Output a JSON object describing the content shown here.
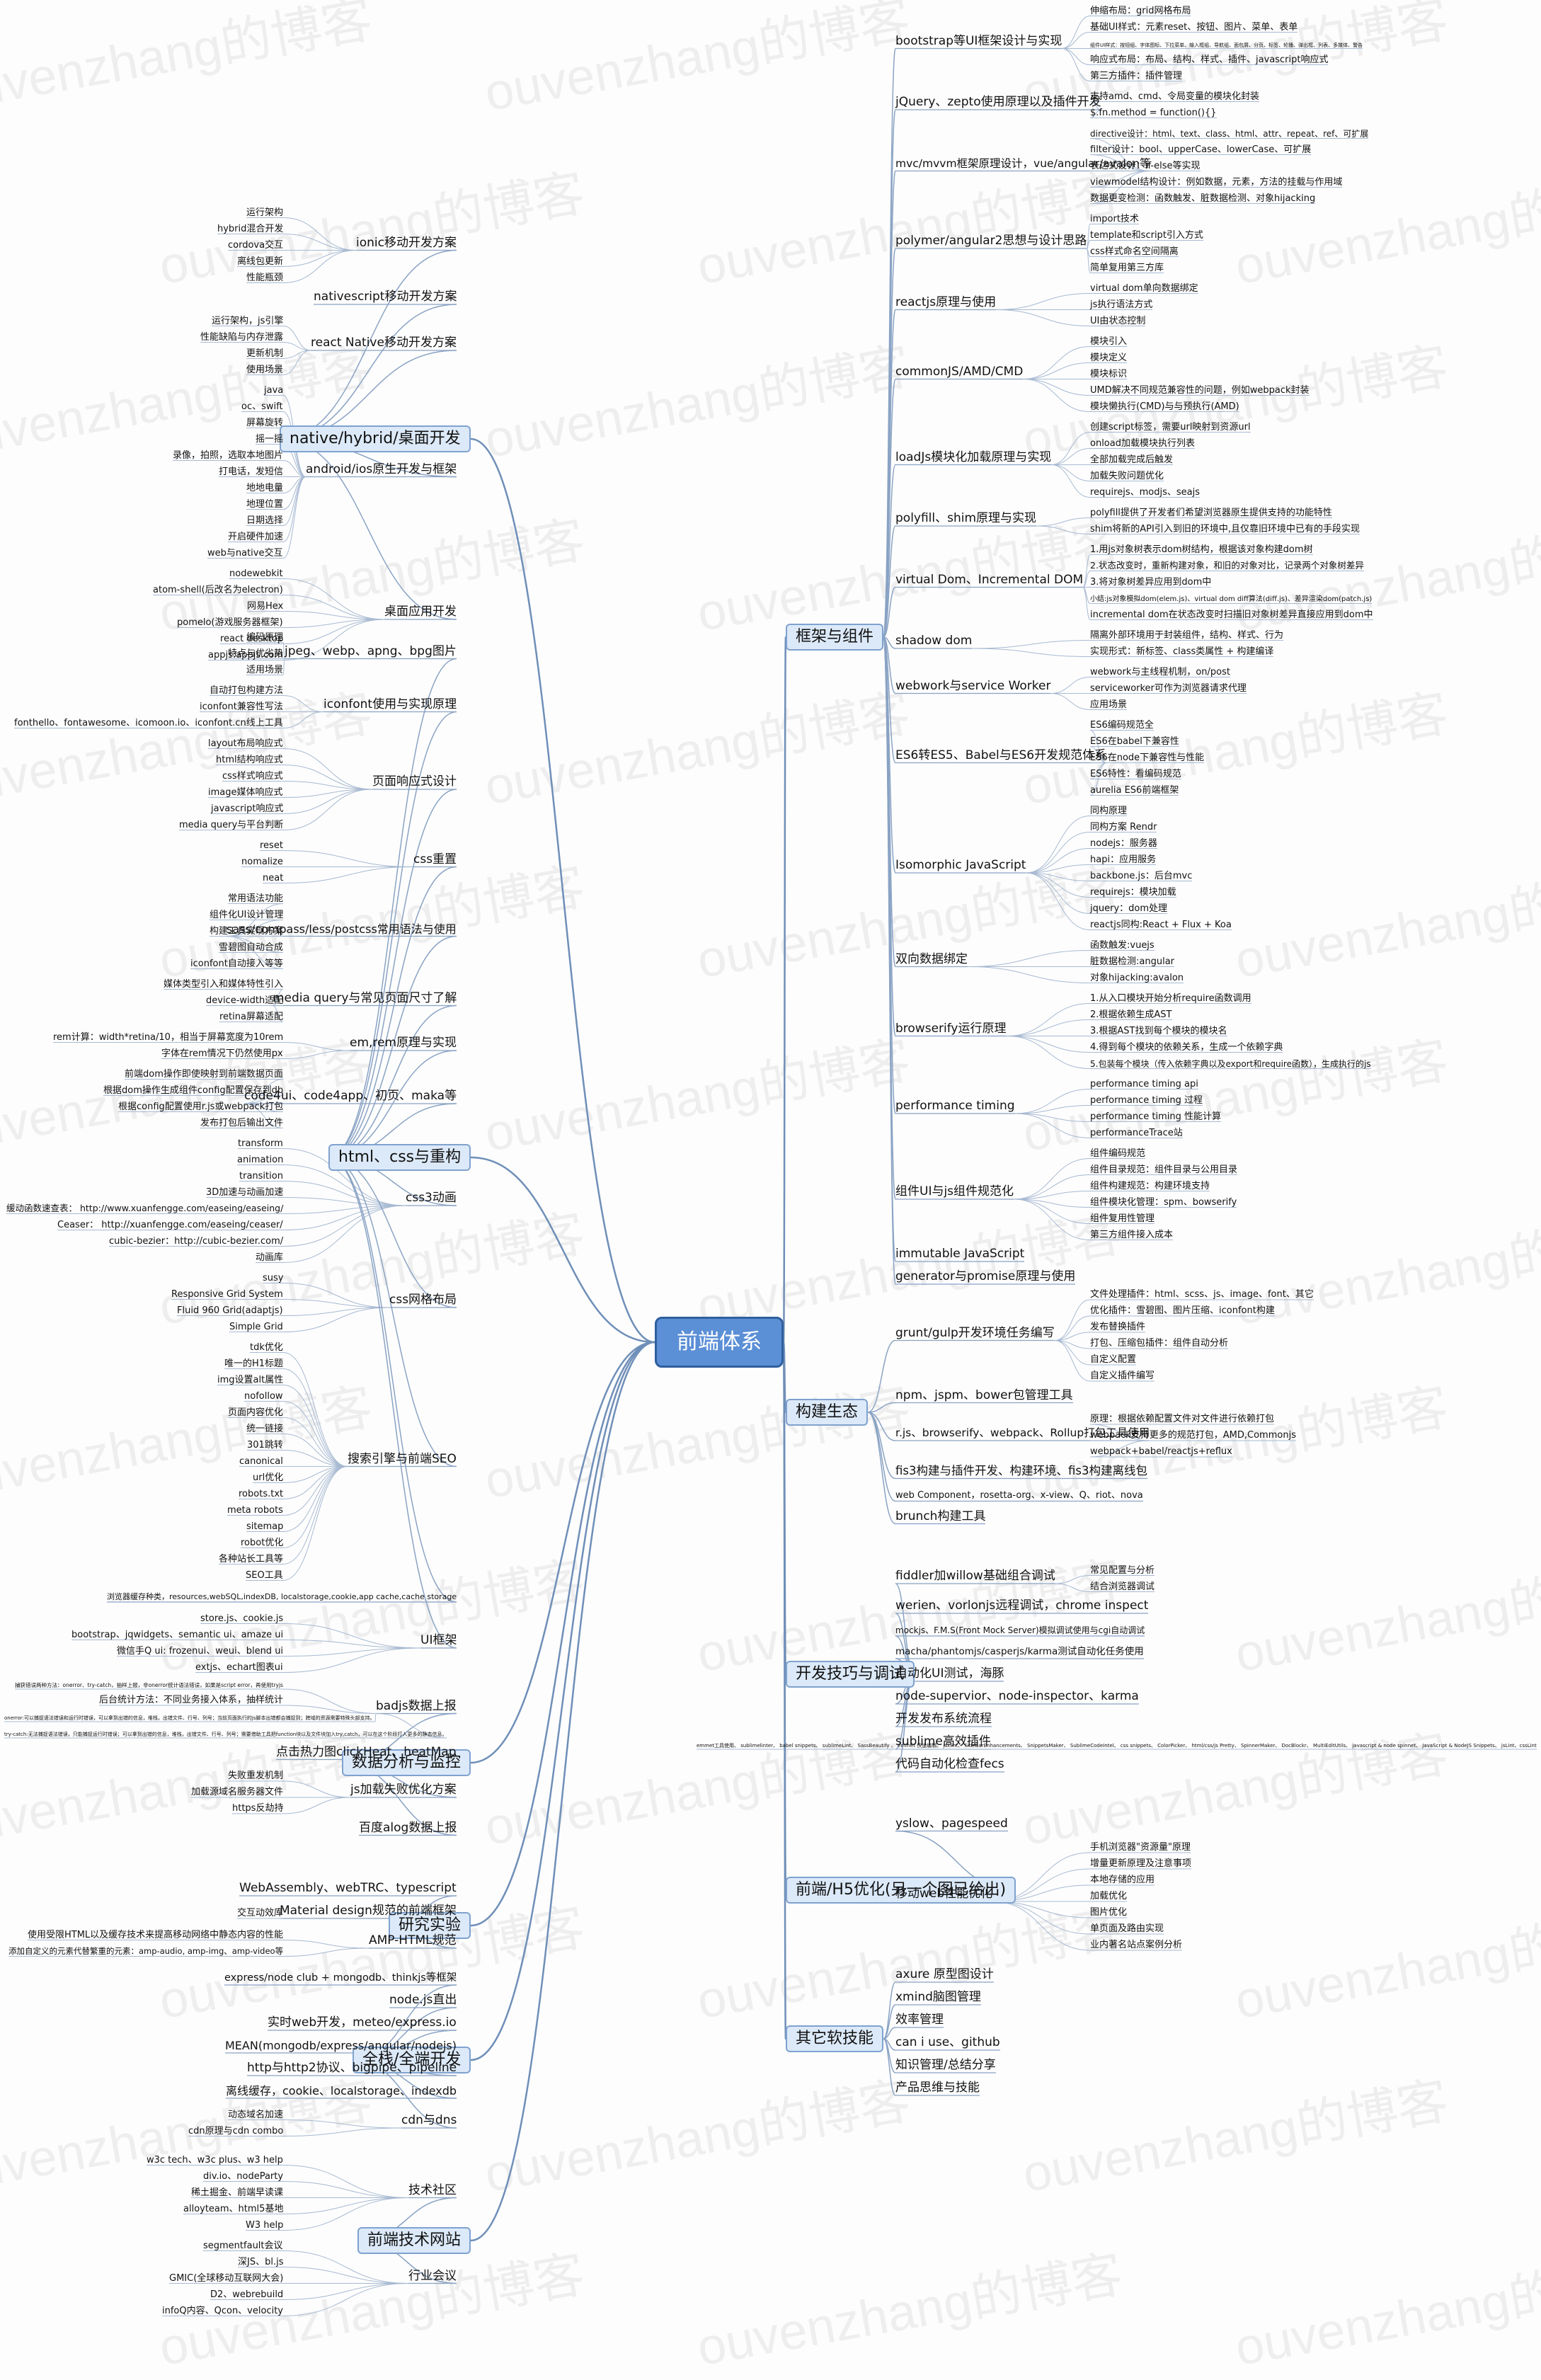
{
  "mindmap": {
    "root": "前端体系",
    "watermark_text": "ouvenzhang的博客",
    "branches": [
      {
        "label": "框架与组件",
        "side": "right",
        "children": [
          {
            "label": "bootstrap等UI框架设计与实现",
            "children": [
              "伸缩布局：grid网格布局",
              "基础UI样式：元素reset、按钮、图片、菜单、表单",
              "组件UI样式：按钮组、字体图标、下拉菜单、输入框组、导航组、面包屑、分页、标签、轮播、弹出框、列表、多媒体、警告",
              "响应式布局：布局、结构、样式、插件、javascript响应式",
              "第三方插件：插件管理"
            ]
          },
          {
            "label": "jQuery、zepto使用原理以及插件开发",
            "children": [
              "支持amd、cmd、令局变量的模块化封装",
              "$.fn.method = function(){}"
            ]
          },
          {
            "label": "mvc/mvvm框架原理设计，vue/angular/avalon等",
            "children": [
              "directive设计：html、text、class、html、attr、repeat、ref、可扩展",
              "filter设计：bool、upperCase、lowerCase、可扩展",
              "表达式设计：if-else等实现",
              "viewmodel结构设计：例如数据，元素，方法的挂载与作用域",
              "数据更变检测：函数触发、脏数据检测、对象hijacking"
            ]
          },
          {
            "label": "polymer/angular2思想与设计思路",
            "children": [
              "import技术",
              "template和script引入方式",
              "css样式命名空间隔离",
              "简单复用第三方库"
            ]
          },
          {
            "label": "reactjs原理与使用",
            "children": [
              "virtual dom单向数据绑定",
              "js执行语法方式",
              "UI由状态控制"
            ]
          },
          {
            "label": "commonJS/AMD/CMD",
            "children": [
              "模块引入",
              "模块定义",
              "模块标识",
              "UMD解决不同规范兼容性的问题，例如webpack封装",
              "模块懒执行(CMD)与与预执行(AMD)"
            ]
          },
          {
            "label": "loadJs模块化加载原理与实现",
            "children": [
              "创建script标签，需要url映射到资源url",
              "onload加载模块执行列表",
              "全部加载完成后触发",
              "加载失败问题优化",
              "requirejs、modjs、seajs"
            ]
          },
          {
            "label": "polyfill、shim原理与实现",
            "children": [
              "polyfill提供了开发者们希望浏览器原生提供支持的功能特性",
              "shim将新的API引入到旧的环境中,且仅靠旧环境中已有的手段实现"
            ]
          },
          {
            "label": "virtual Dom、Incremental DOM",
            "children": [
              "1.用js对象树表示dom树结构，根据该对象构建dom树",
              "2.状态改变时，重新构建对象，和旧的对象对比，记录两个对象树差异",
              "3.将对象树差异应用到dom中",
              "小结:js对象模拟dom(elem.js)、virtual dom diff算法(diff.js)、差异渲染dom(patch.js)",
              "incremental dom在状态改变时扫描旧对象树差异直接应用到dom中"
            ]
          },
          {
            "label": "shadow dom",
            "children": [
              "隔离外部环境用于封装组件，结构、样式、行为",
              "实现形式：新标签、class类属性 + 构建编译"
            ]
          },
          {
            "label": "webwork与service Worker",
            "children": [
              "webwork与主线程机制，on/post",
              "serviceworker可作为浏览器请求代理",
              "应用场景"
            ]
          },
          {
            "label": "ES6转ES5、Babel与ES6开发规范体系",
            "children": [
              "ES6编码规范全",
              "ES6在babel下兼容性",
              "ES6在node下兼容性与性能",
              "ES6特性：看编码规范",
              "aurelia ES6前端框架"
            ]
          },
          {
            "label": "Isomorphic JavaScript",
            "children": [
              "同构原理",
              "同构方案 Rendr",
              "nodejs：服务器",
              "hapi：应用服务",
              "backbone.js：后台mvc",
              "requirejs：模块加载",
              "jquery：dom处理",
              "reactjs同构:React + Flux + Koa"
            ]
          },
          {
            "label": "双向数据绑定",
            "children": [
              "函数触发:vuejs",
              "脏数据检测:angular",
              "对象hijacking:avalon"
            ]
          },
          {
            "label": "browserify运行原理",
            "children": [
              "1.从入口模块开始分析require函数调用",
              "2.根据依赖生成AST",
              "3.根据AST找到每个模块的模块名",
              "4.得到每个模块的依赖关系，生成一个依赖字典",
              "5.包装每个模块（传入依赖字典以及export和require函数），生成执行的js"
            ]
          },
          {
            "label": "performance timing",
            "children": [
              "performance timing api",
              "performance timing 过程",
              "performance timing 性能计算",
              "performanceTrace站"
            ]
          },
          {
            "label": "组件UI与js组件规范化",
            "children": [
              "组件编码规范",
              "组件目录规范：组件目录与公用目录",
              "组件构建规范：构建环境支持",
              "组件模块化管理：spm、bowserify",
              "组件复用性管理",
              "第三方组件接入成本"
            ]
          },
          {
            "label": "immutable JavaScript",
            "children": []
          },
          {
            "label": "generator与promise原理与使用",
            "children": []
          }
        ]
      },
      {
        "label": "构建生态",
        "side": "right",
        "children": [
          {
            "label": "grunt/gulp开发环境任务编写",
            "children": [
              "文件处理插件：html、scss、js、image、font、其它",
              "优化插件：雪碧图、图片压缩、iconfont构建",
              "发布替换插件",
              "打包、压缩包插件：组件自动分析",
              "自定义配置",
              "自定义插件编写"
            ]
          },
          {
            "label": "npm、jspm、bower包管理工具",
            "children": []
          },
          {
            "label": "r.js、browserify、webpack、Rollup打包工具使用",
            "children": [
              "原理：根据依赖配置文件对文件进行依赖打包",
              "webpack支持更多的规范打包，AMD,Commonjs",
              "webpack+babel/reactjs+reflux"
            ]
          },
          {
            "label": "fis3构建与插件开发、构建环境、fis3构建离线包",
            "children": []
          },
          {
            "label": "web Component，rosetta-org、x-view、Q、riot、nova",
            "children": []
          },
          {
            "label": "brunch构建工具",
            "children": []
          }
        ]
      },
      {
        "label": "开发技巧与调试",
        "side": "right",
        "children": [
          {
            "label": "fiddler加willow基础组合调试",
            "children": [
              "常见配置与分析",
              "结合浏览器调试"
            ]
          },
          {
            "label": "werien、vorlonjs远程调试，chrome inspect",
            "children": []
          },
          {
            "label": "mockjs、F.M.S(Front Mock Server)模拟调试使用与cgi自动调试",
            "children": []
          },
          {
            "label": "macha/phantomjs/casperjs/karma测试自动化任务使用",
            "children": []
          },
          {
            "label": "自动化UI测试，海豚",
            "children": []
          },
          {
            "label": "node-supervior、node-inspector、karma",
            "children": []
          },
          {
            "label": "开发发布系统流程",
            "children": []
          },
          {
            "label": "sublime高效插件",
            "children": [
              "emmet工具使用、 sublimelinter、 babel snippets、 sublimeLint、 SassBeautify 、 emmet 快速编辑、 jsxlint、 SideBarEnhancements、 SnippetsMaker、 SublimeCodeIntel、 css snippets、 ColorPicker、 html/css/js Pretty、 SpinnerMaker、 DocBlockr、 MultiEditUtils、 javascript & node spinnet、 JavaScript & NodeJS Snippets、 jsLint、cssLint"
            ]
          },
          {
            "label": "代码自动化检查fecs",
            "children": []
          }
        ]
      },
      {
        "label": "前端/H5优化(另一个图已给出)",
        "side": "right",
        "children": [
          {
            "label": "yslow、pagespeed",
            "children": []
          },
          {
            "label": "移动web性能优化",
            "children": [
              "手机浏览器\"资源量\"原理",
              "增量更新原理及注意事项",
              "本地存储的应用",
              "加载优化",
              "图片优化",
              "单页面及路由实现",
              "业内著名站点案例分析"
            ]
          }
        ]
      },
      {
        "label": "其它软技能",
        "side": "right",
        "children": [
          {
            "label": "axure 原型图设计",
            "children": []
          },
          {
            "label": "xmind脑图管理",
            "children": []
          },
          {
            "label": "效率管理",
            "children": []
          },
          {
            "label": "can i use、github",
            "children": []
          },
          {
            "label": "知识管理/总结分享",
            "children": []
          },
          {
            "label": "产品思维与技能",
            "children": []
          }
        ]
      },
      {
        "label": "native/hybrid/桌面开发",
        "side": "left",
        "children": [
          {
            "label": "ionic移动开发方案",
            "children": [
              "运行架构",
              "hybrid混合开发",
              "cordova交互",
              "离线包更新",
              "性能瓶颈"
            ]
          },
          {
            "label": "nativescript移动开发方案",
            "children": []
          },
          {
            "label": "react Native移动开发方案",
            "children": [
              "运行架构，js引擎",
              "性能缺陷与内存泄露",
              "更新机制",
              "使用场景"
            ]
          },
          {
            "label": "android/ios原生开发与框架",
            "children": [
              "java",
              "oc、swift",
              "屏幕旋转",
              "摇一摇",
              "录像，拍照，选取本地图片",
              "打电话，发短信",
              "地地电量",
              "地理位置",
              "日期选择",
              "开启硬件加速",
              "web与native交互"
            ]
          },
          {
            "label": "桌面应用开发",
            "children": [
              "nodewebkit",
              "atom-shell(后改名为electron)",
              "网易Hex",
              "pomelo(游戏服务器框架)",
              "react desktop",
              "appjs:appjs.com"
            ]
          }
        ]
      },
      {
        "label": "html、css与重构",
        "side": "left",
        "children": [
          {
            "label": "jpeg、webp、apng、bpg图片",
            "children": [
              "编码原理",
              "特点与优劣势",
              "适用场景"
            ]
          },
          {
            "label": "iconfont使用与实现原理",
            "children": [
              "自动打包构建方法",
              "iconfont兼容性写法",
              "fonthello、fontawesome、icomoon.io、iconfont.cn线上工具"
            ]
          },
          {
            "label": "页面响应式设计",
            "children": [
              "layout布局响应式",
              "html结构响应式",
              "css样式响应式",
              "image媒体响应式",
              "javascript响应式",
              "media query与平台判断"
            ]
          },
          {
            "label": "css重置",
            "children": [
              "reset",
              "nomalize",
              "neat"
            ]
          },
          {
            "label": "sass/compass/less/postcss常用语法与使用",
            "children": [
              "常用语法功能",
              "组件化UI设计管理",
              "构建工具实现方案",
              "雪碧图自动合成",
              "iconfont自动接入等等"
            ]
          },
          {
            "label": "media query与常见页面尺寸了解",
            "children": [
              "媒体类型引入和媒体特性引入",
              "device-width适配",
              "retina屏幕适配"
            ]
          },
          {
            "label": "em,rem原理与实现",
            "children": [
              "rem计算：width*retina/10，相当于屏幕宽度为10rem",
              "字体在rem情况下仍然使用px"
            ]
          },
          {
            "label": "code4ui、code4app、初页、maka等",
            "children": [
              "前端dom操作即使映射到前端数据页面",
              "根据dom操作生成组件config配置保存到db",
              "根据config配置使用r.js或webpack打包",
              "发布打包后输出文件"
            ]
          },
          {
            "label": "css3动画",
            "children": [
              "transform",
              "animation",
              "transition",
              "3D加速与动画加速",
              "缓动函数速查表： http://www.xuanfengge.com/easeing/easeing/",
              "Ceaser： http://xuanfengge.com/easeing/ceaser/",
              "cubic-bezier：http://cubic-bezier.com/",
              "动画库"
            ]
          },
          {
            "label": "css网格布局",
            "children": [
              "susy",
              "Responsive Grid System",
              "Fluid 960 Grid(adaptjs)",
              "Simple Grid"
            ]
          },
          {
            "label": "搜索引擎与前端SEO",
            "children": [
              "tdk优化",
              "唯一的H1标题",
              "img设置alt属性",
              "nofollow",
              "页面内容优化",
              "统一链接",
              "301跳转",
              "canonical",
              "url优化",
              "robots.txt",
              "meta robots",
              "sitemap",
              "robot优化",
              "各种站长工具等",
              "SEO工具"
            ]
          },
          {
            "label": "浏览器缓存种类，resources,webSQL,indexDB, localstorage,cookie,app cache,cache storage",
            "children": []
          },
          {
            "label": "UI框架",
            "children": [
              "store.js、cookie.js",
              "bootstrap、jqwidgets、semantic ui、amaze ui",
              "微信手Q ui: frozenui、weui、blend ui",
              "extjs、echart图表ui"
            ]
          }
        ]
      },
      {
        "label": "数据分析与监控",
        "side": "left",
        "children": [
          {
            "label": "badjs数据上报",
            "children": [
              "捕获错误两种方法：onerror、try-catch，抽样上报，非onerror统计语法错误，如果是script error，再使用tryjs",
              "后台统计方法：不同业务接入体系，抽样统计",
              "onerror:可以捕捉语法错误和运行时错误，可以拿到出错的信息，堆栈，出错文件、行号、列号；当前页面执行的js脚本出错都会捕捉到；跨域的资源需要特殊头部支持。",
              "try-catch:无法捕捉语法错误，只能捕捉运行时错误；可以拿到出错的信息，堆栈，出错文件、行号、列号；需要借助工具把function块以及文件块加入try,catch，可以在这个阶段打入更多的静态信息。"
            ]
          },
          {
            "label": "点击热力图clickHeat、heatMap",
            "children": []
          },
          {
            "label": "js加载失败优化方案",
            "children": [
              "失败重发机制",
              "加载源域名服务器文件",
              "https反劫持"
            ]
          },
          {
            "label": "百度alog数据上报",
            "children": []
          }
        ]
      },
      {
        "label": "研究实验",
        "side": "left",
        "children": [
          {
            "label": "WebAssembly、webTRC、typescript",
            "children": []
          },
          {
            "label": "Material design规范的前端框架",
            "children": [
              "交互动效库"
            ]
          },
          {
            "label": "AMP-HTML规范",
            "children": [
              "使用受限HTML以及缓存技术来提高移动网络中静态内容的性能",
              "添加自定义的元素代替繁重的元素：amp-audio, amp-img、amp-video等"
            ]
          }
        ]
      },
      {
        "label": "全栈/全端开发",
        "side": "left",
        "children": [
          {
            "label": "express/node club + mongodb、thinkjs等框架",
            "children": []
          },
          {
            "label": "node.js直出",
            "children": []
          },
          {
            "label": "实时web开发，meteo/express.io",
            "children": []
          },
          {
            "label": "MEAN(mongodb/express/angular/nodejs)",
            "children": []
          },
          {
            "label": "http与http2协议、bigpipe、pipeline",
            "children": []
          },
          {
            "label": "离线缓存，cookie、localstorage、indexdb",
            "children": []
          },
          {
            "label": "cdn与dns",
            "children": [
              "动态域名加速",
              "cdn原理与cdn combo"
            ]
          }
        ]
      },
      {
        "label": "前端技术网站",
        "side": "left",
        "children": [
          {
            "label": "技术社区",
            "children": [
              "w3c tech、w3c plus、w3 help",
              "div.io、nodeParty",
              "稀土掘金、前端早读课",
              "alloyteam、html5基地",
              "W3 help"
            ]
          },
          {
            "label": "行业会议",
            "children": [
              "segmentfault会议",
              "深JS、bl.js",
              "GMIC(全球移动互联网大会)",
              "D2、webrebuild",
              "infoQ内容、Qcon、velocity"
            ]
          }
        ]
      }
    ]
  }
}
